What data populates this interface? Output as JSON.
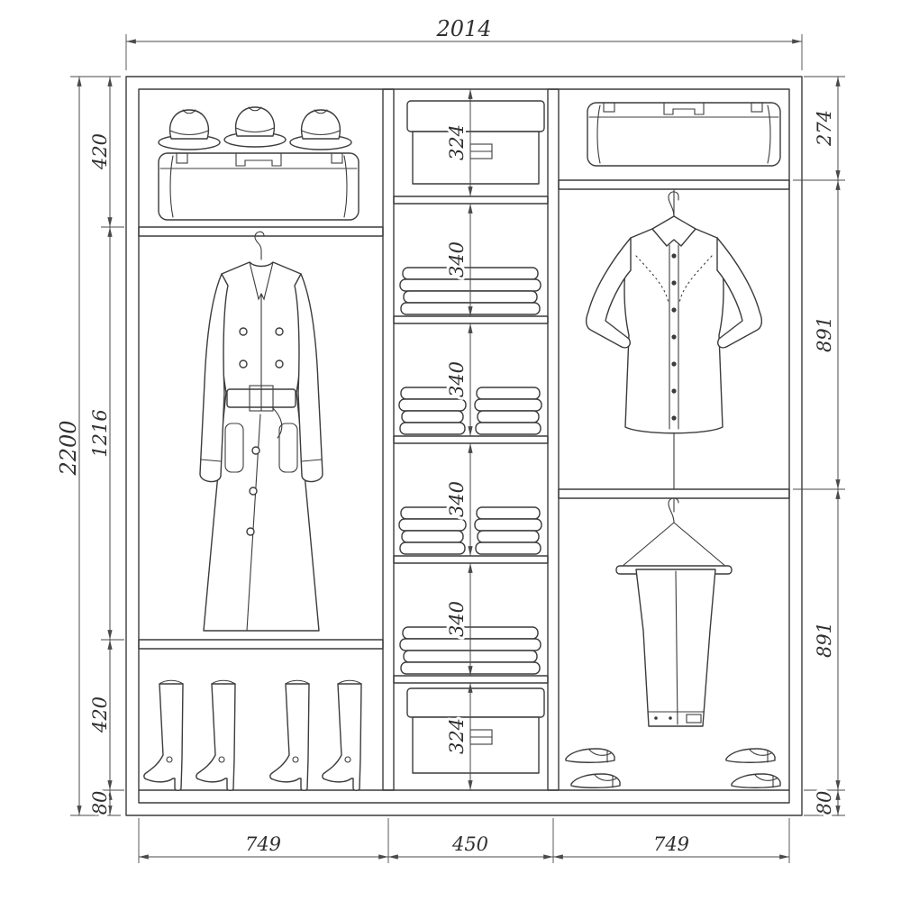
{
  "diagram": {
    "type": "wardrobe-interior-dimension-drawing",
    "dims": {
      "overall_width": "2014",
      "overall_height": "2200",
      "left_segments": [
        "420",
        "1216",
        "420",
        "80"
      ],
      "middle_segments": [
        "324",
        "340",
        "340",
        "340",
        "340",
        "324"
      ],
      "right_segments": [
        "274",
        "891",
        "891",
        "80"
      ],
      "bottom_segments": [
        "749",
        "450",
        "749"
      ]
    },
    "illustrations": [
      "hats",
      "suitcase",
      "trench-coat-on-hanger",
      "boots",
      "storage-box-with-lid",
      "folded-linens",
      "shirt",
      "trousers-on-hanger",
      "shoes"
    ]
  }
}
